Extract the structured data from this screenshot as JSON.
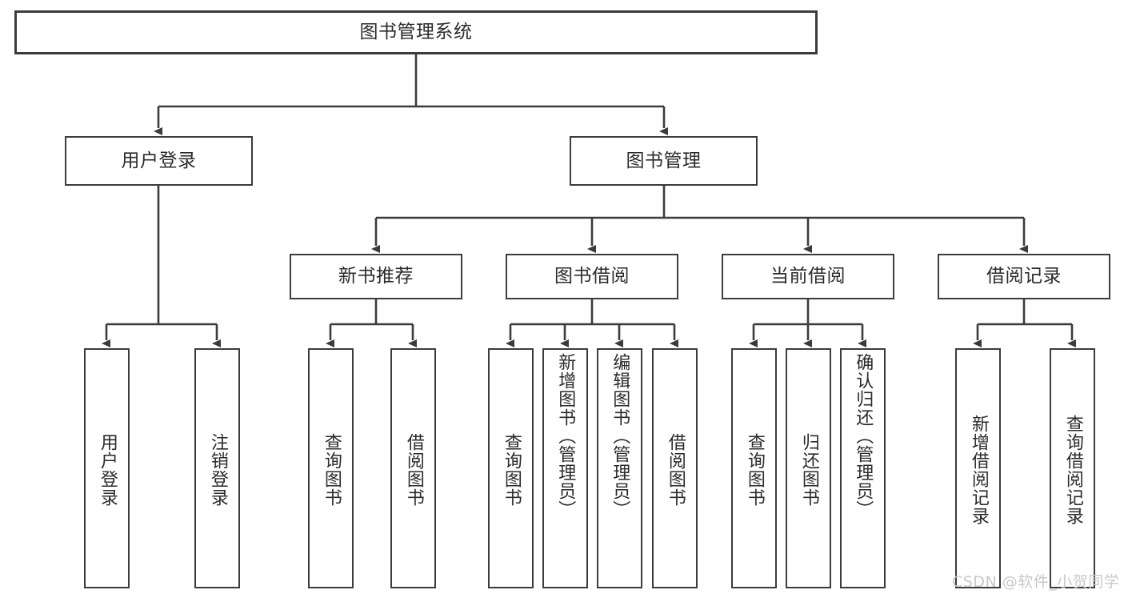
{
  "diagram": {
    "title": "图书管理系统",
    "type": "hierarchy-tree",
    "root": {
      "label": "图书管理系统"
    },
    "level2": [
      {
        "label": "用户登录"
      },
      {
        "label": "图书管理"
      }
    ],
    "level3": [
      {
        "label": "新书推荐"
      },
      {
        "label": "图书借阅"
      },
      {
        "label": "当前借阅"
      },
      {
        "label": "借阅记录"
      }
    ],
    "leaves": {
      "user_login": [
        {
          "label": "用户登录"
        },
        {
          "label": "注销登录"
        }
      ],
      "new_book_recommend": [
        {
          "label": "查询图书"
        },
        {
          "label": "借阅图书"
        }
      ],
      "book_borrow": [
        {
          "label": "查询图书"
        },
        {
          "label": "新增图书（管理员）"
        },
        {
          "label": "编辑图书（管理员）"
        },
        {
          "label": "借阅图书"
        }
      ],
      "current_borrow": [
        {
          "label": "查询图书"
        },
        {
          "label": "归还图书"
        },
        {
          "label": "确认归还（管理员）"
        }
      ],
      "borrow_record": [
        {
          "label": "新增借阅记录"
        },
        {
          "label": "查询借阅记录"
        }
      ]
    }
  },
  "watermark": {
    "text": "CSDN @软件_小贺同学"
  },
  "colors": {
    "stroke": "#3b3b3b",
    "box_fill": "#ffffff",
    "text": "#2b2b2b",
    "watermark": "#c9c9c9",
    "background": "#ffffff"
  }
}
